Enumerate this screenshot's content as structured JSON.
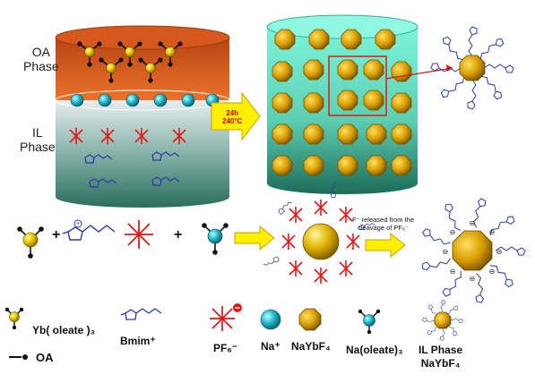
{
  "left_cylinder": {
    "top_phase": {
      "line1": "OA",
      "line2": "Phase"
    },
    "bottom_phase": {
      "line1": "IL",
      "line2": "Phase"
    }
  },
  "process_arrow": {
    "line1": "24h",
    "line2": "240°C"
  },
  "release_note": {
    "line1": "F⁻ released from the",
    "line2": "cleavage of PF₆⁻"
  },
  "plus": "+",
  "legend": {
    "yb_oleate": "Yb( oleate )₃",
    "oa": "OA",
    "bmim": "Bmim⁺",
    "pf6": "PF₆⁻",
    "na": "Na⁺",
    "naybf4": "NaYbF₄",
    "na_oleate": "Na(oleate)₃",
    "il_phase_line1": "IL Phase",
    "il_phase_line2": "NaYbF₄"
  },
  "colors": {
    "oa_phase_top": "#c84a1a",
    "oa_phase_bottom": "#f07830",
    "il_phase": "#2e7a6a",
    "right_cylinder_top": "#6af0d0",
    "right_cylinder_bottom": "#1a6e58",
    "yb_atom": "#e8c800",
    "na_atom": "#20b8c8",
    "crystal": "#d8a000",
    "pf6": "#e82020",
    "arrow": "#ffe800",
    "ligand": "#2030a0"
  }
}
